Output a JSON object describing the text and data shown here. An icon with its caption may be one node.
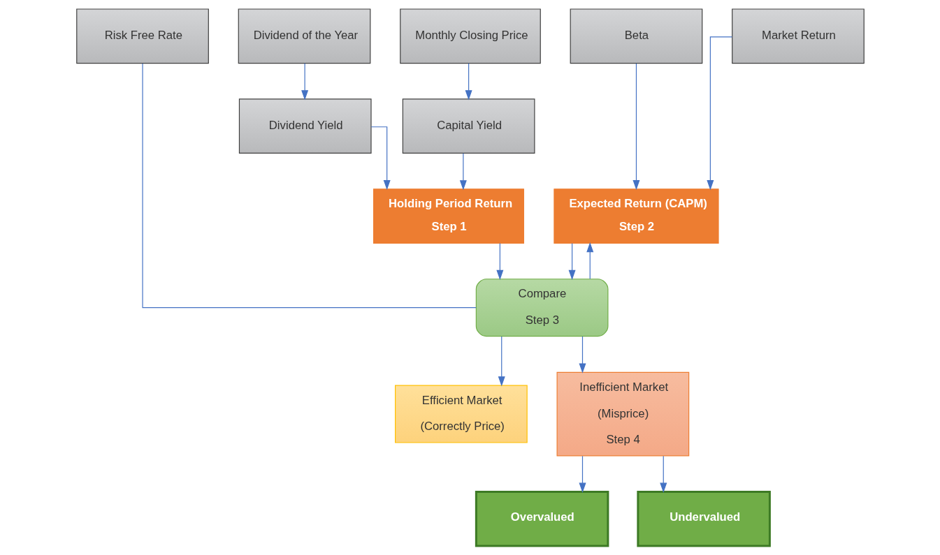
{
  "diagram": {
    "nodes": [
      {
        "text": [
          "Monthly Closing Price"
        ]
      },
      {
        "text": [
          "Dividend of the Year"
        ]
      },
      {
        "text": [
          "Risk Free Rate"
        ]
      },
      {
        "text": [
          "Market Return"
        ]
      },
      {
        "text": [
          "Beta"
        ]
      },
      {
        "text": [
          "Capital Yield"
        ]
      },
      {
        "text": [
          "Dividend Yield"
        ]
      },
      {
        "text": [
          "Holding Period Return",
          "Step 1"
        ]
      },
      {
        "text": [
          "Expected Return (CAPM)",
          "Step 2"
        ]
      },
      {
        "text": [
          "Compare",
          "Step 3"
        ]
      },
      {
        "text": [
          "Efficient Market",
          "(Correctly Price)"
        ]
      },
      {
        "text": [
          "Inefficient Market",
          "(Misprice)",
          "Step 4"
        ]
      },
      {
        "text": [
          "Overvalued"
        ]
      },
      {
        "text": [
          "Undervalued"
        ]
      }
    ],
    "edges": [
      {
        "from": 0,
        "to": 5,
        "arrow": "to"
      },
      {
        "from": 1,
        "to": 6,
        "arrow": "to"
      },
      {
        "from": 5,
        "to": 7,
        "arrow": "to"
      },
      {
        "from": 6,
        "to": 7,
        "arrow": "to"
      },
      {
        "from": 3,
        "to": 8,
        "arrow": "to"
      },
      {
        "from": 4,
        "to": 8,
        "arrow": "to"
      },
      {
        "from": 2,
        "to": 9,
        "arrow": "none"
      },
      {
        "from": 7,
        "to": 9,
        "arrow": "to"
      },
      {
        "from": 8,
        "to": 9,
        "arrow": "to"
      },
      {
        "from": 9,
        "to": 8,
        "arrow": "to"
      },
      {
        "from": 9,
        "to": 10,
        "arrow": "to"
      },
      {
        "from": 9,
        "to": 11,
        "arrow": "to"
      },
      {
        "from": 11,
        "to": 12,
        "arrow": "to"
      },
      {
        "from": 11,
        "to": 13,
        "arrow": "to"
      }
    ]
  }
}
